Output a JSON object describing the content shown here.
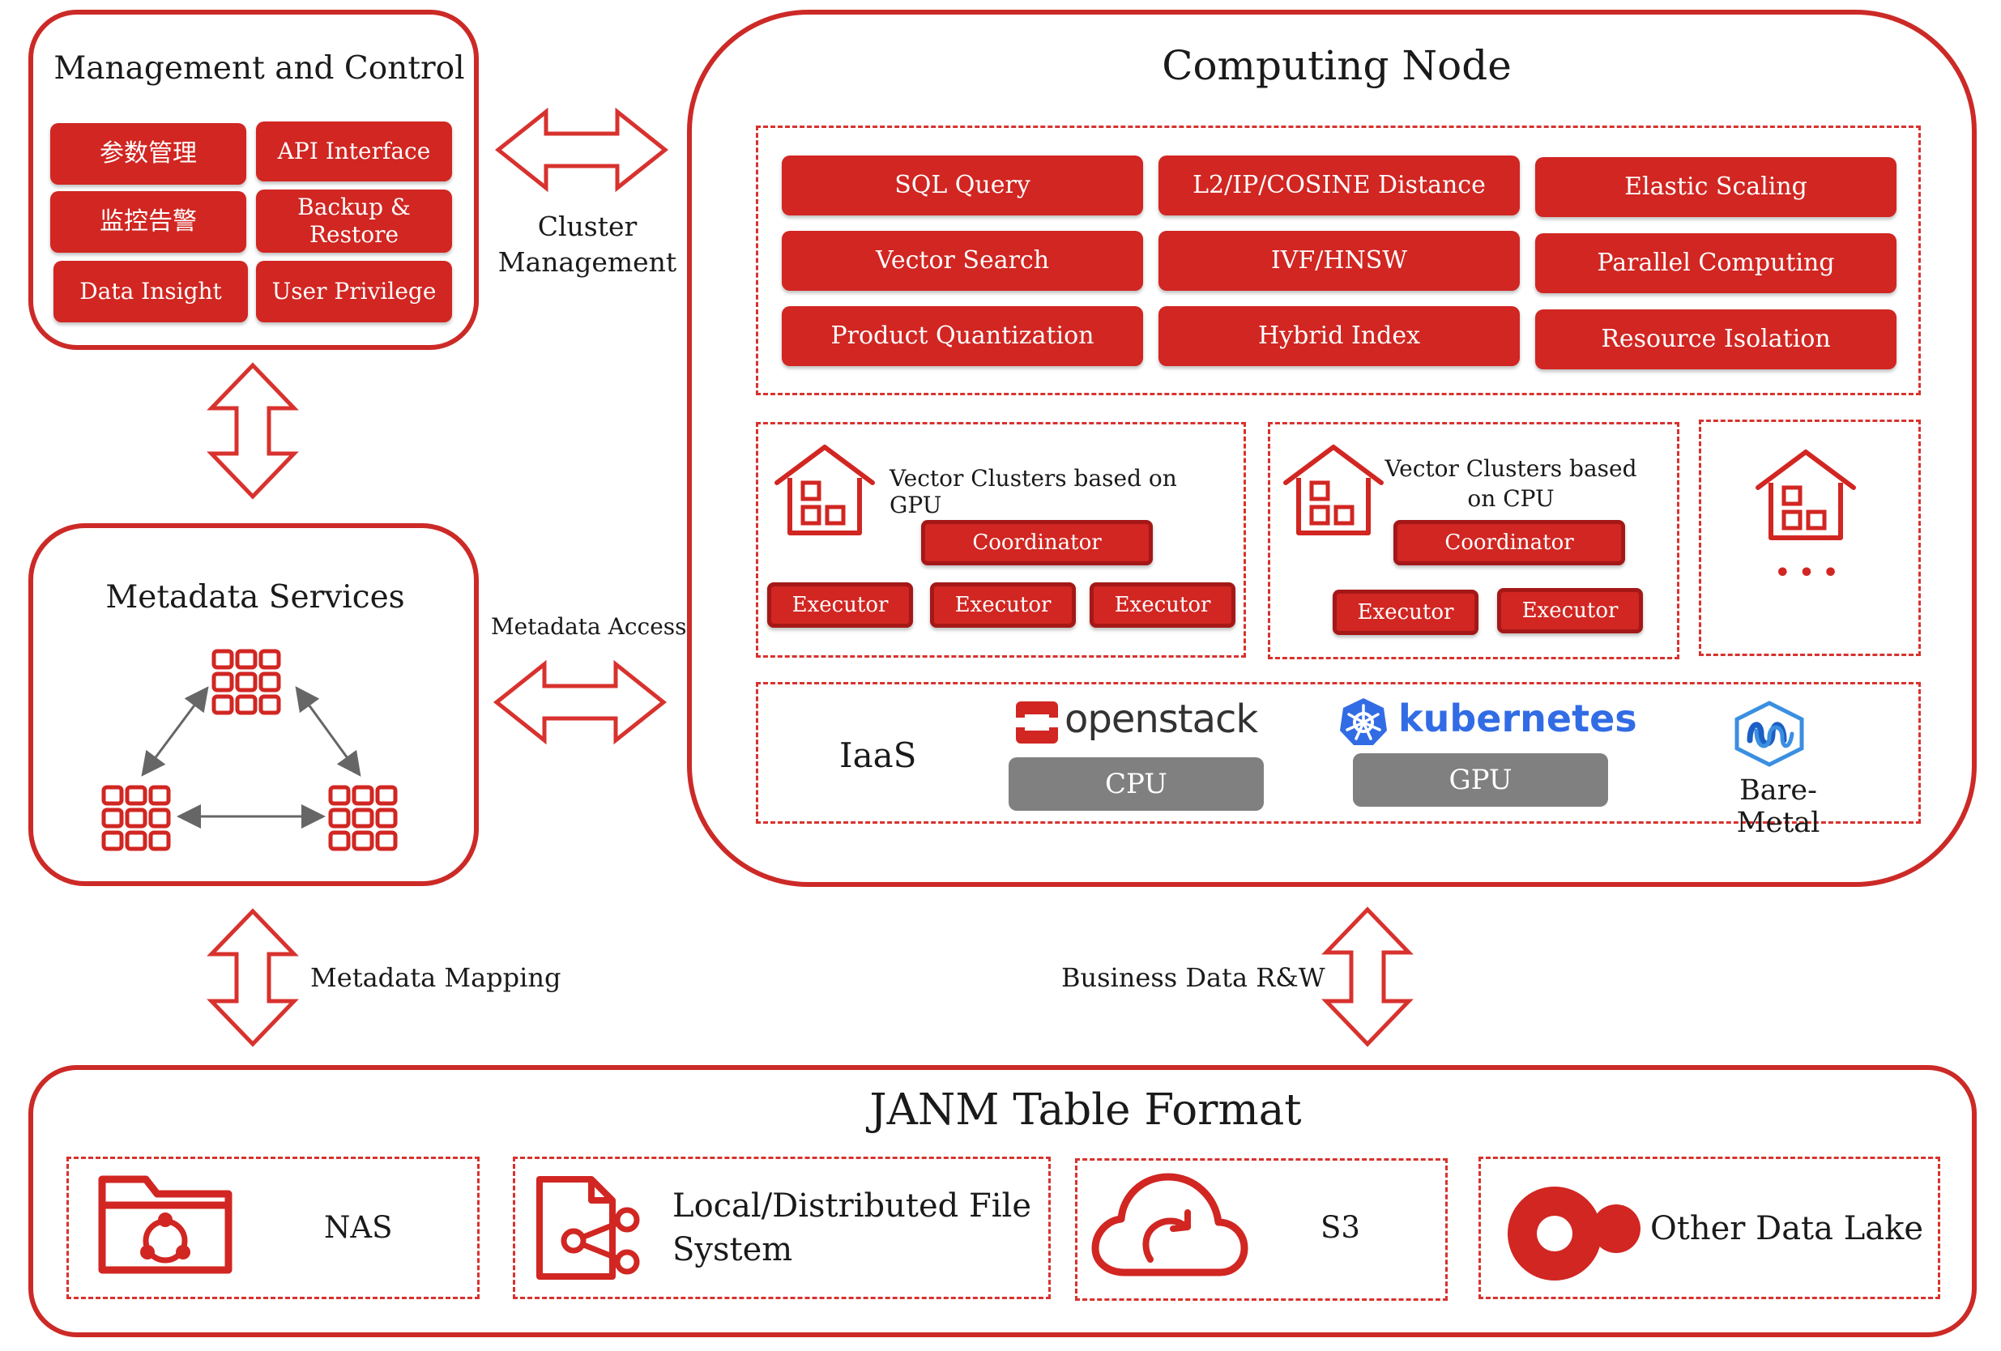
{
  "management": {
    "title": "Management and Control",
    "items": [
      "参数管理",
      "API Interface",
      "监控告警",
      "Backup &\nRestore",
      "Data Insight",
      "User Privilege"
    ]
  },
  "cluster_link": {
    "label": "Cluster\nManagement"
  },
  "computing": {
    "title": "Computing Node",
    "features": [
      "SQL Query",
      "L2/IP/COSINE Distance",
      "Elastic Scaling",
      "Vector Search",
      "IVF/HNSW",
      "Parallel Computing",
      "Product Quantization",
      "Hybrid Index",
      "Resource Isolation"
    ],
    "gpu_cluster": {
      "title": "Vector Clusters based on GPU",
      "coordinator": "Coordinator",
      "executors": [
        "Executor",
        "Executor",
        "Executor"
      ]
    },
    "cpu_cluster": {
      "title": "Vector Clusters based\non CPU",
      "coordinator": "Coordinator",
      "executors": [
        "Executor",
        "Executor"
      ]
    },
    "more": "• • •",
    "iaas": {
      "label": "IaaS",
      "openstack": "openstack",
      "kubernetes": "kubernetes",
      "cpu": "CPU",
      "gpu": "GPU",
      "bare_metal": "Bare-Metal"
    }
  },
  "metadata": {
    "title": "Metadata Services"
  },
  "links": {
    "metadata_access": "Metadata Access",
    "metadata_mapping": "Metadata Mapping",
    "business_rw": "Business Data R&W"
  },
  "storage": {
    "title": "JANM Table Format",
    "items": [
      "NAS",
      "Local/Distributed File\nSystem",
      "S3",
      "Other Data Lake"
    ]
  },
  "colors": {
    "accent": "#d12622",
    "border": "#cc2a27",
    "gray": "#808080",
    "k8s": "#326ce5"
  }
}
